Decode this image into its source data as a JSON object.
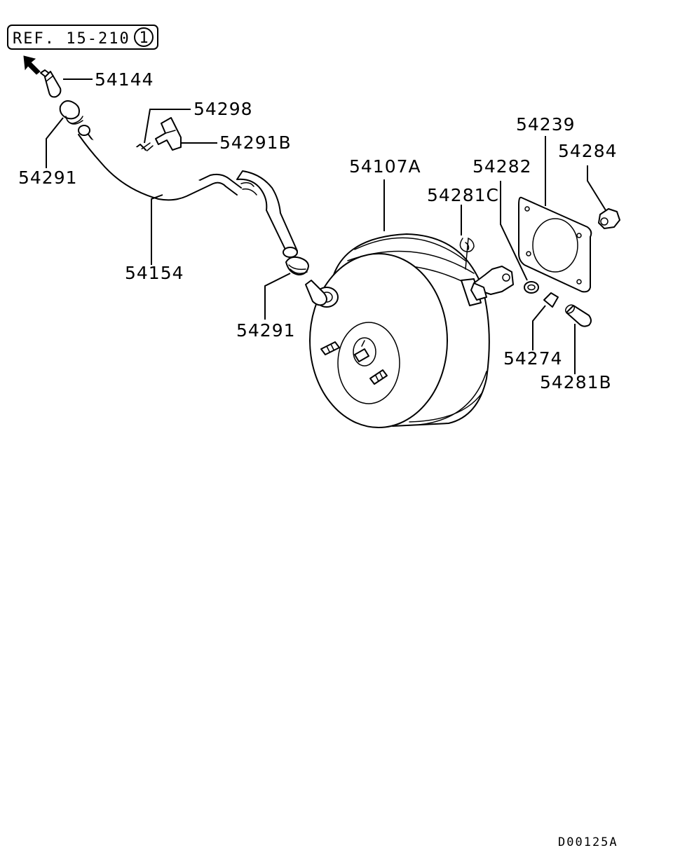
{
  "reference": {
    "text": "REF. 15-210",
    "circled_number": "1"
  },
  "drawing_code": "D00125A",
  "callouts": [
    {
      "id": "54144",
      "label": "54144"
    },
    {
      "id": "54298",
      "label": "54298"
    },
    {
      "id": "54291B",
      "label": "54291B"
    },
    {
      "id": "54291-top",
      "label": "54291"
    },
    {
      "id": "54154",
      "label": "54154"
    },
    {
      "id": "54291-bottom",
      "label": "54291"
    },
    {
      "id": "54107A",
      "label": "54107A"
    },
    {
      "id": "54281C",
      "label": "54281C"
    },
    {
      "id": "54282",
      "label": "54282"
    },
    {
      "id": "54239",
      "label": "54239"
    },
    {
      "id": "54284",
      "label": "54284"
    },
    {
      "id": "54274",
      "label": "54274"
    },
    {
      "id": "54281B",
      "label": "54281B"
    }
  ]
}
